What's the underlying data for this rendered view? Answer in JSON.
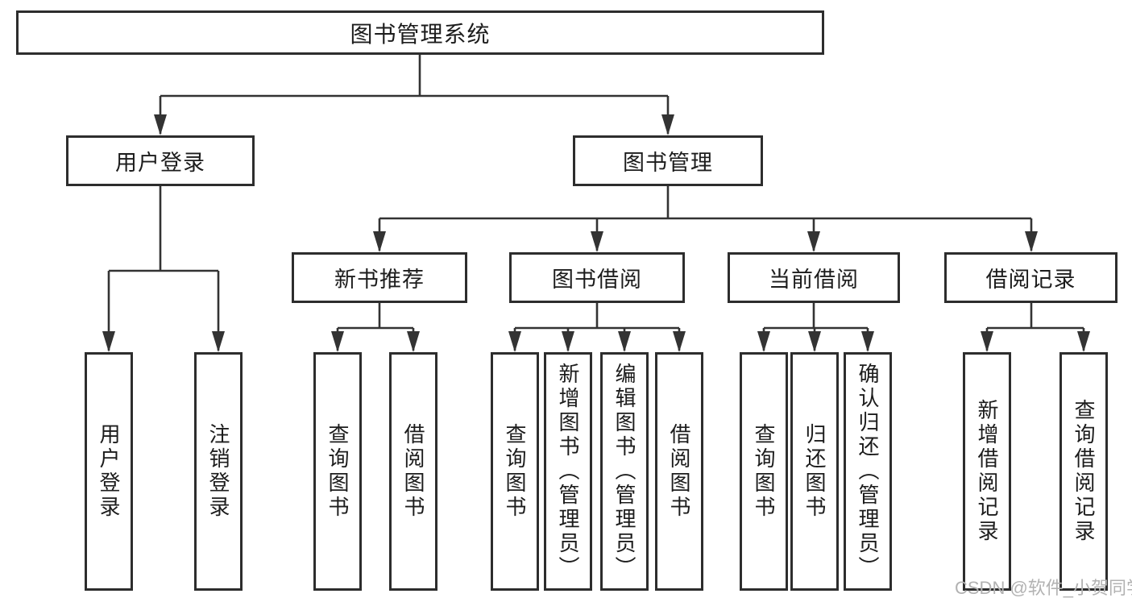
{
  "diagram_title": "图书管理系统",
  "nodes": {
    "root": "图书管理系统",
    "user_login": "用户登录",
    "book_management": "图书管理",
    "new_book_recommend": "新书推荐",
    "book_borrow": "图书借阅",
    "current_borrow": "当前借阅",
    "borrow_records": "借阅记录",
    "user_login_leaf": "用户登录",
    "logout_leaf": "注销登录",
    "query_book_recommend": "查询图书",
    "borrow_book_recommend": "借阅图书",
    "query_book_borrow": "查询图书",
    "add_book_admin": "新增图书（管理员）",
    "edit_book_admin": "编辑图书（管理员）",
    "borrow_book_borrow": "借阅图书",
    "query_book_current": "查询图书",
    "return_book": "归还图书",
    "confirm_return_admin": "确认归还（管理员）",
    "add_borrow_record": "新增借阅记录",
    "query_borrow_record": "查询借阅记录"
  },
  "tree": {
    "label": "图书管理系统",
    "children": [
      {
        "label": "用户登录",
        "children": [
          {
            "label": "用户登录"
          },
          {
            "label": "注销登录"
          }
        ]
      },
      {
        "label": "图书管理",
        "children": [
          {
            "label": "新书推荐",
            "children": [
              {
                "label": "查询图书"
              },
              {
                "label": "借阅图书"
              }
            ]
          },
          {
            "label": "图书借阅",
            "children": [
              {
                "label": "查询图书"
              },
              {
                "label": "新增图书（管理员）"
              },
              {
                "label": "编辑图书（管理员）"
              },
              {
                "label": "借阅图书"
              }
            ]
          },
          {
            "label": "当前借阅",
            "children": [
              {
                "label": "查询图书"
              },
              {
                "label": "归还图书"
              },
              {
                "label": "确认归还（管理员）"
              }
            ]
          },
          {
            "label": "借阅记录",
            "children": [
              {
                "label": "新增借阅记录"
              },
              {
                "label": "查询借阅记录"
              }
            ]
          }
        ]
      }
    ]
  },
  "colors": {
    "line": "#333333",
    "border": "#2d2d2d",
    "text": "#1c1c1c",
    "watermark": "#b2b2b2",
    "background": "#ffffff"
  },
  "watermark": "CSDN @软件_小贺同学"
}
